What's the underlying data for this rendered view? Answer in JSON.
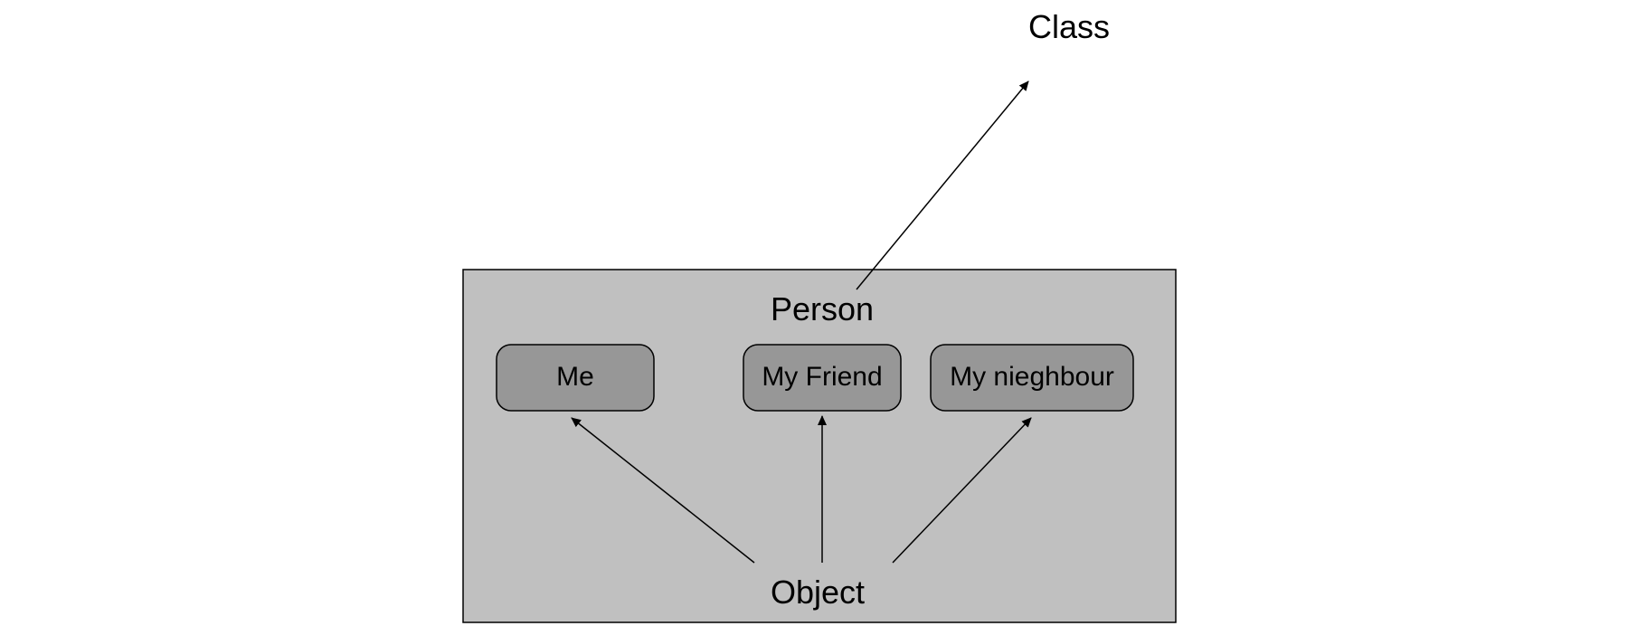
{
  "diagram": {
    "class_label": "Class",
    "container_label": "Person",
    "object_label": "Object",
    "objects": [
      {
        "label": "Me"
      },
      {
        "label": "My Friend"
      },
      {
        "label": "My nieghbour"
      }
    ]
  },
  "colors": {
    "container_fill": "#c0c0c0",
    "node_fill": "#979797",
    "stroke": "#000000",
    "background": "#ffffff"
  }
}
